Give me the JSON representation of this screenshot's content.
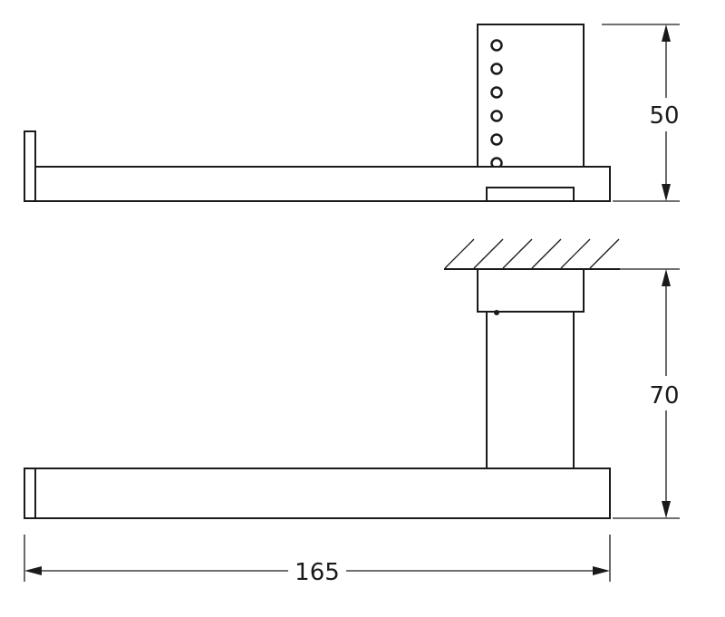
{
  "dimensions": {
    "height_top": "50",
    "depth_side": "70",
    "width": "165"
  },
  "colors": {
    "line": "#1a1a1a",
    "background": "#ffffff"
  }
}
